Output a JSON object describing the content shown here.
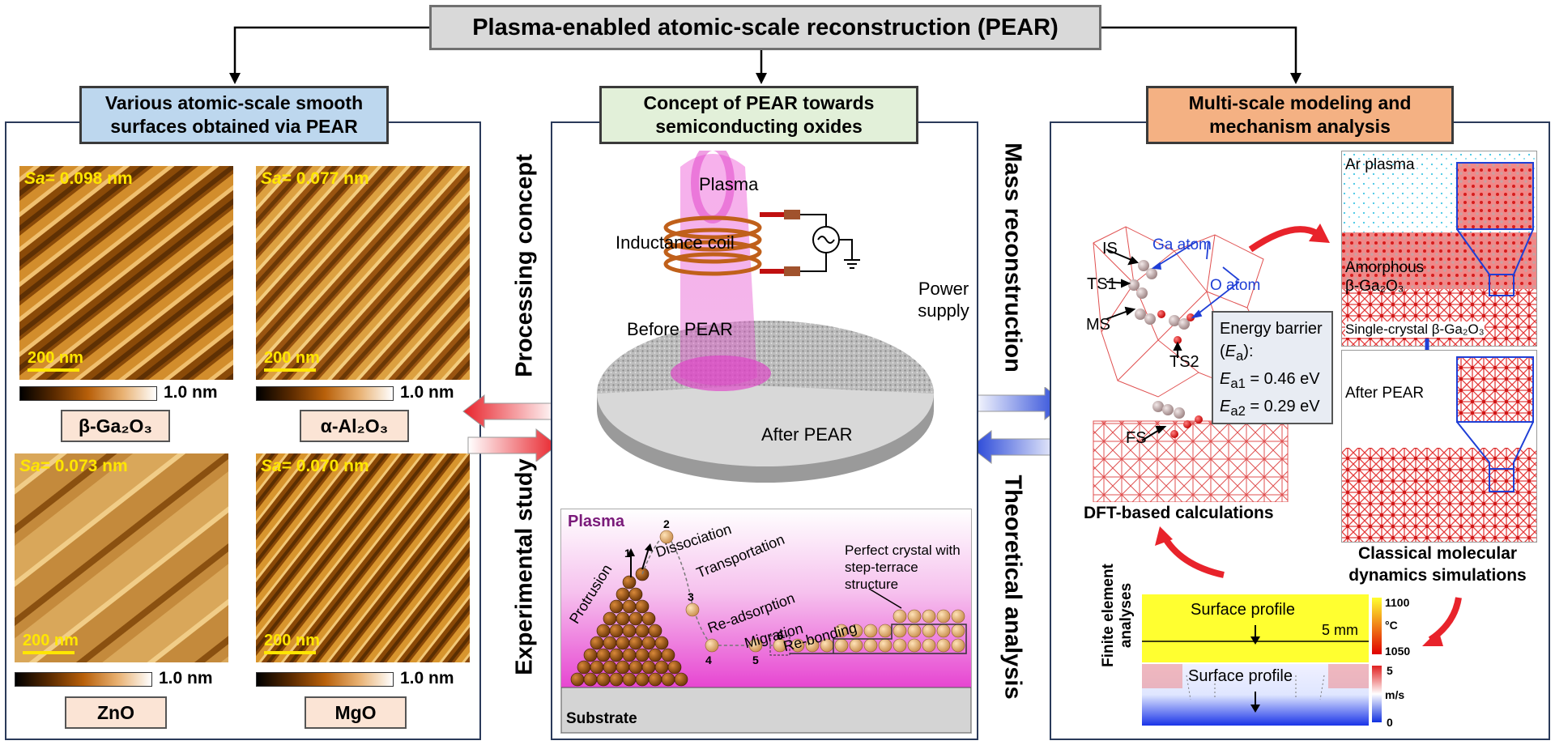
{
  "title": "Plasma-enabled atomic-scale reconstruction (PEAR)",
  "left": {
    "header": "Various atomic-scale smooth surfaces obtained via PEAR",
    "samples": [
      {
        "sa_label": "Sa",
        "sa_value": "= 0.098 nm",
        "scale": "200 nm",
        "cbar": "1.0 nm",
        "material": "β-Ga₂O₃"
      },
      {
        "sa_label": "Sa",
        "sa_value": "= 0.077 nm",
        "scale": "200 nm",
        "cbar": "1.0 nm",
        "material": "α-Al₂O₃"
      },
      {
        "sa_label": "Sa",
        "sa_value": "= 0.073 nm",
        "scale": "200 nm",
        "cbar": "1.0 nm",
        "material": "ZnO"
      },
      {
        "sa_label": "Sa",
        "sa_value": "= 0.070 nm",
        "scale": "200 nm",
        "cbar": "1.0 nm",
        "material": "MgO"
      }
    ]
  },
  "side_labels": {
    "processing": "Processing concept",
    "experimental": "Experimental study",
    "mass": "Mass reconstruction",
    "theoretical": "Theoretical analysis"
  },
  "center": {
    "header": "Concept of PEAR towards semiconducting oxides",
    "plasma": "Plasma",
    "coil": "Inductance coil",
    "power": "Power supply",
    "before": "Before PEAR",
    "after": "After PEAR",
    "mech": {
      "plasma": "Plasma",
      "substrate": "Substrate",
      "protrusion": "Protrusion",
      "dissociation": "Dissociation",
      "transportation": "Transportation",
      "readsorption": "Re-adsorption",
      "migration": "Migration",
      "rebonding": "Re-bonding",
      "perfect": "Perfect crystal with step-terrace structure",
      "steps": [
        "1",
        "2",
        "3",
        "4",
        "5",
        "6"
      ]
    }
  },
  "right": {
    "header": "Multi-scale modeling and mechanism analysis",
    "dft": {
      "IS": "IS",
      "TS1": "TS1",
      "MS": "MS",
      "TS2": "TS2",
      "FS": "FS",
      "ga_atom": "Ga atom",
      "o_atom": "O atom",
      "energy_title": "Energy barrier",
      "ea_symbol": "E",
      "ea_sub": "a",
      "ea1_sub": "a1",
      "ea1_val": " = 0.46 eV",
      "ea2_sub": "a2",
      "ea2_val": " = 0.29 eV",
      "label": "DFT-based calculations"
    },
    "md": {
      "ar_plasma": "Ar plasma",
      "amorphous": "Amorphous β-Ga₂O₃",
      "single": "Single-crystal β-Ga₂O₃",
      "after": "After PEAR",
      "label": "Classical molecular dynamics simulations"
    },
    "fea": {
      "label": "Finite element analyses",
      "surface1": "Surface profile",
      "surface2": "Surface profile",
      "scale": "5 mm",
      "temp_max": "1100",
      "temp_unit": "°C",
      "temp_min": "1050",
      "vel_max": "5",
      "vel_unit": "m/s",
      "vel_min": "0"
    }
  },
  "colors": {
    "title_bg": "#d9d9d9",
    "left_header": "#bdd7ee",
    "center_header": "#e2f0d9",
    "right_header": "#f4b183",
    "material_bg": "#fbe4d5",
    "arrow_red": "#e8232b",
    "arrow_blue": "#1f3fd6",
    "plasma": "#e040c8"
  }
}
